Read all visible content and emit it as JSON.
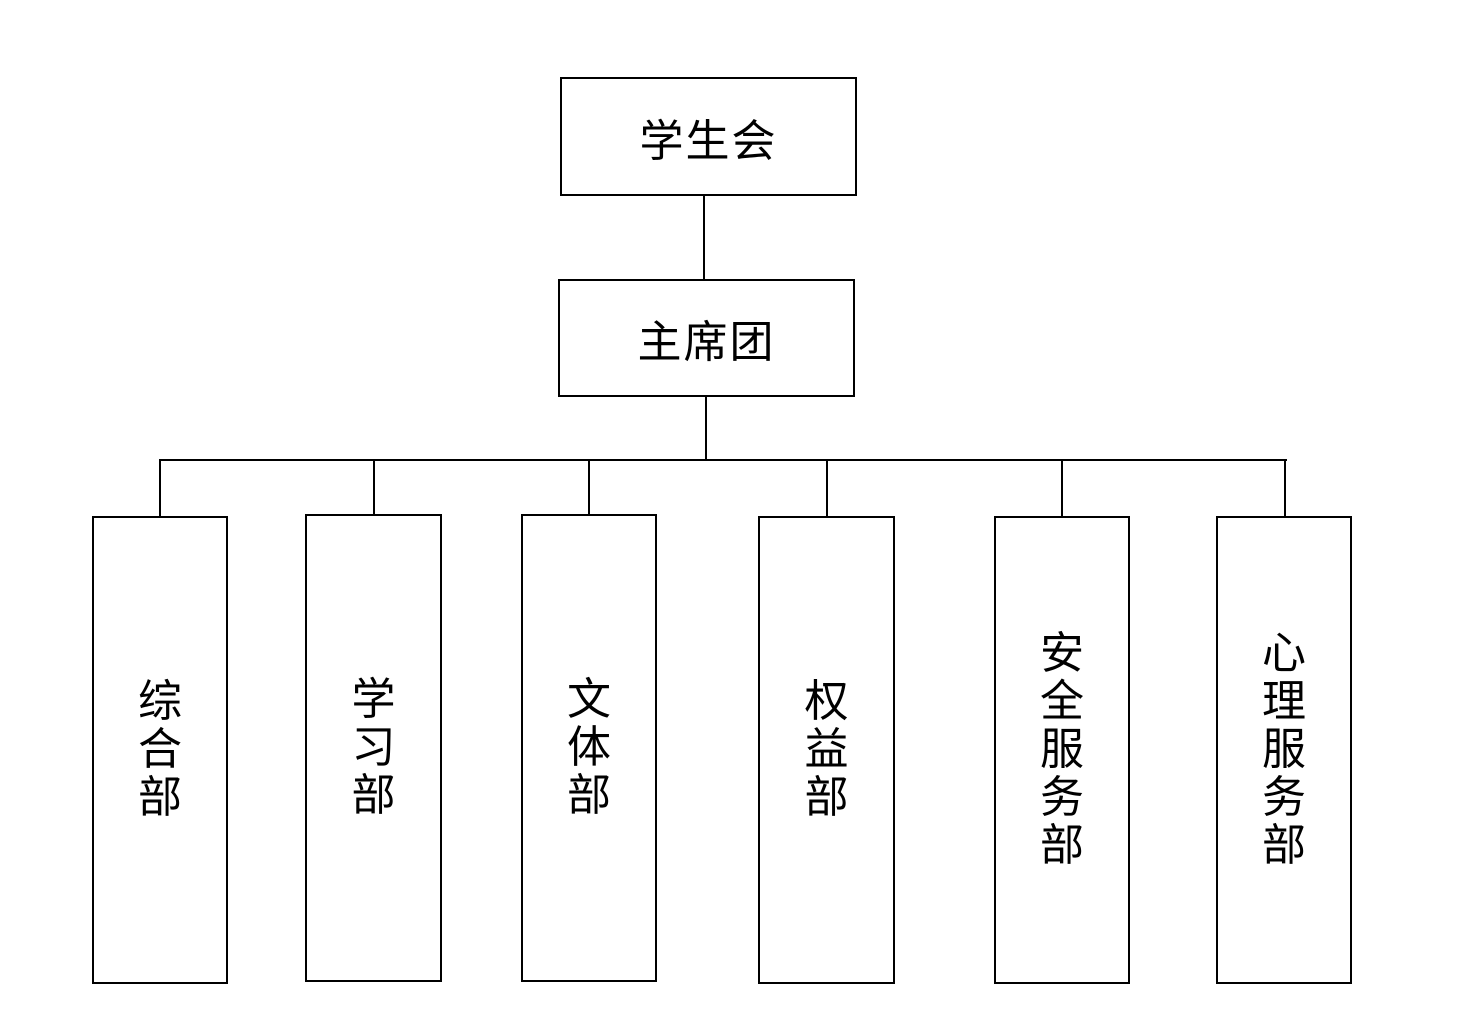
{
  "root": {
    "label": "学生会"
  },
  "presidium": {
    "label": "主席团"
  },
  "departments": [
    {
      "label": "综合部"
    },
    {
      "label": "学习部"
    },
    {
      "label": "文体部"
    },
    {
      "label": "权益部"
    },
    {
      "label": "安全服务部"
    },
    {
      "label": "心理服务部"
    }
  ],
  "colors": {
    "line": "#000000",
    "box_border": "#000000",
    "background": "#ffffff"
  }
}
